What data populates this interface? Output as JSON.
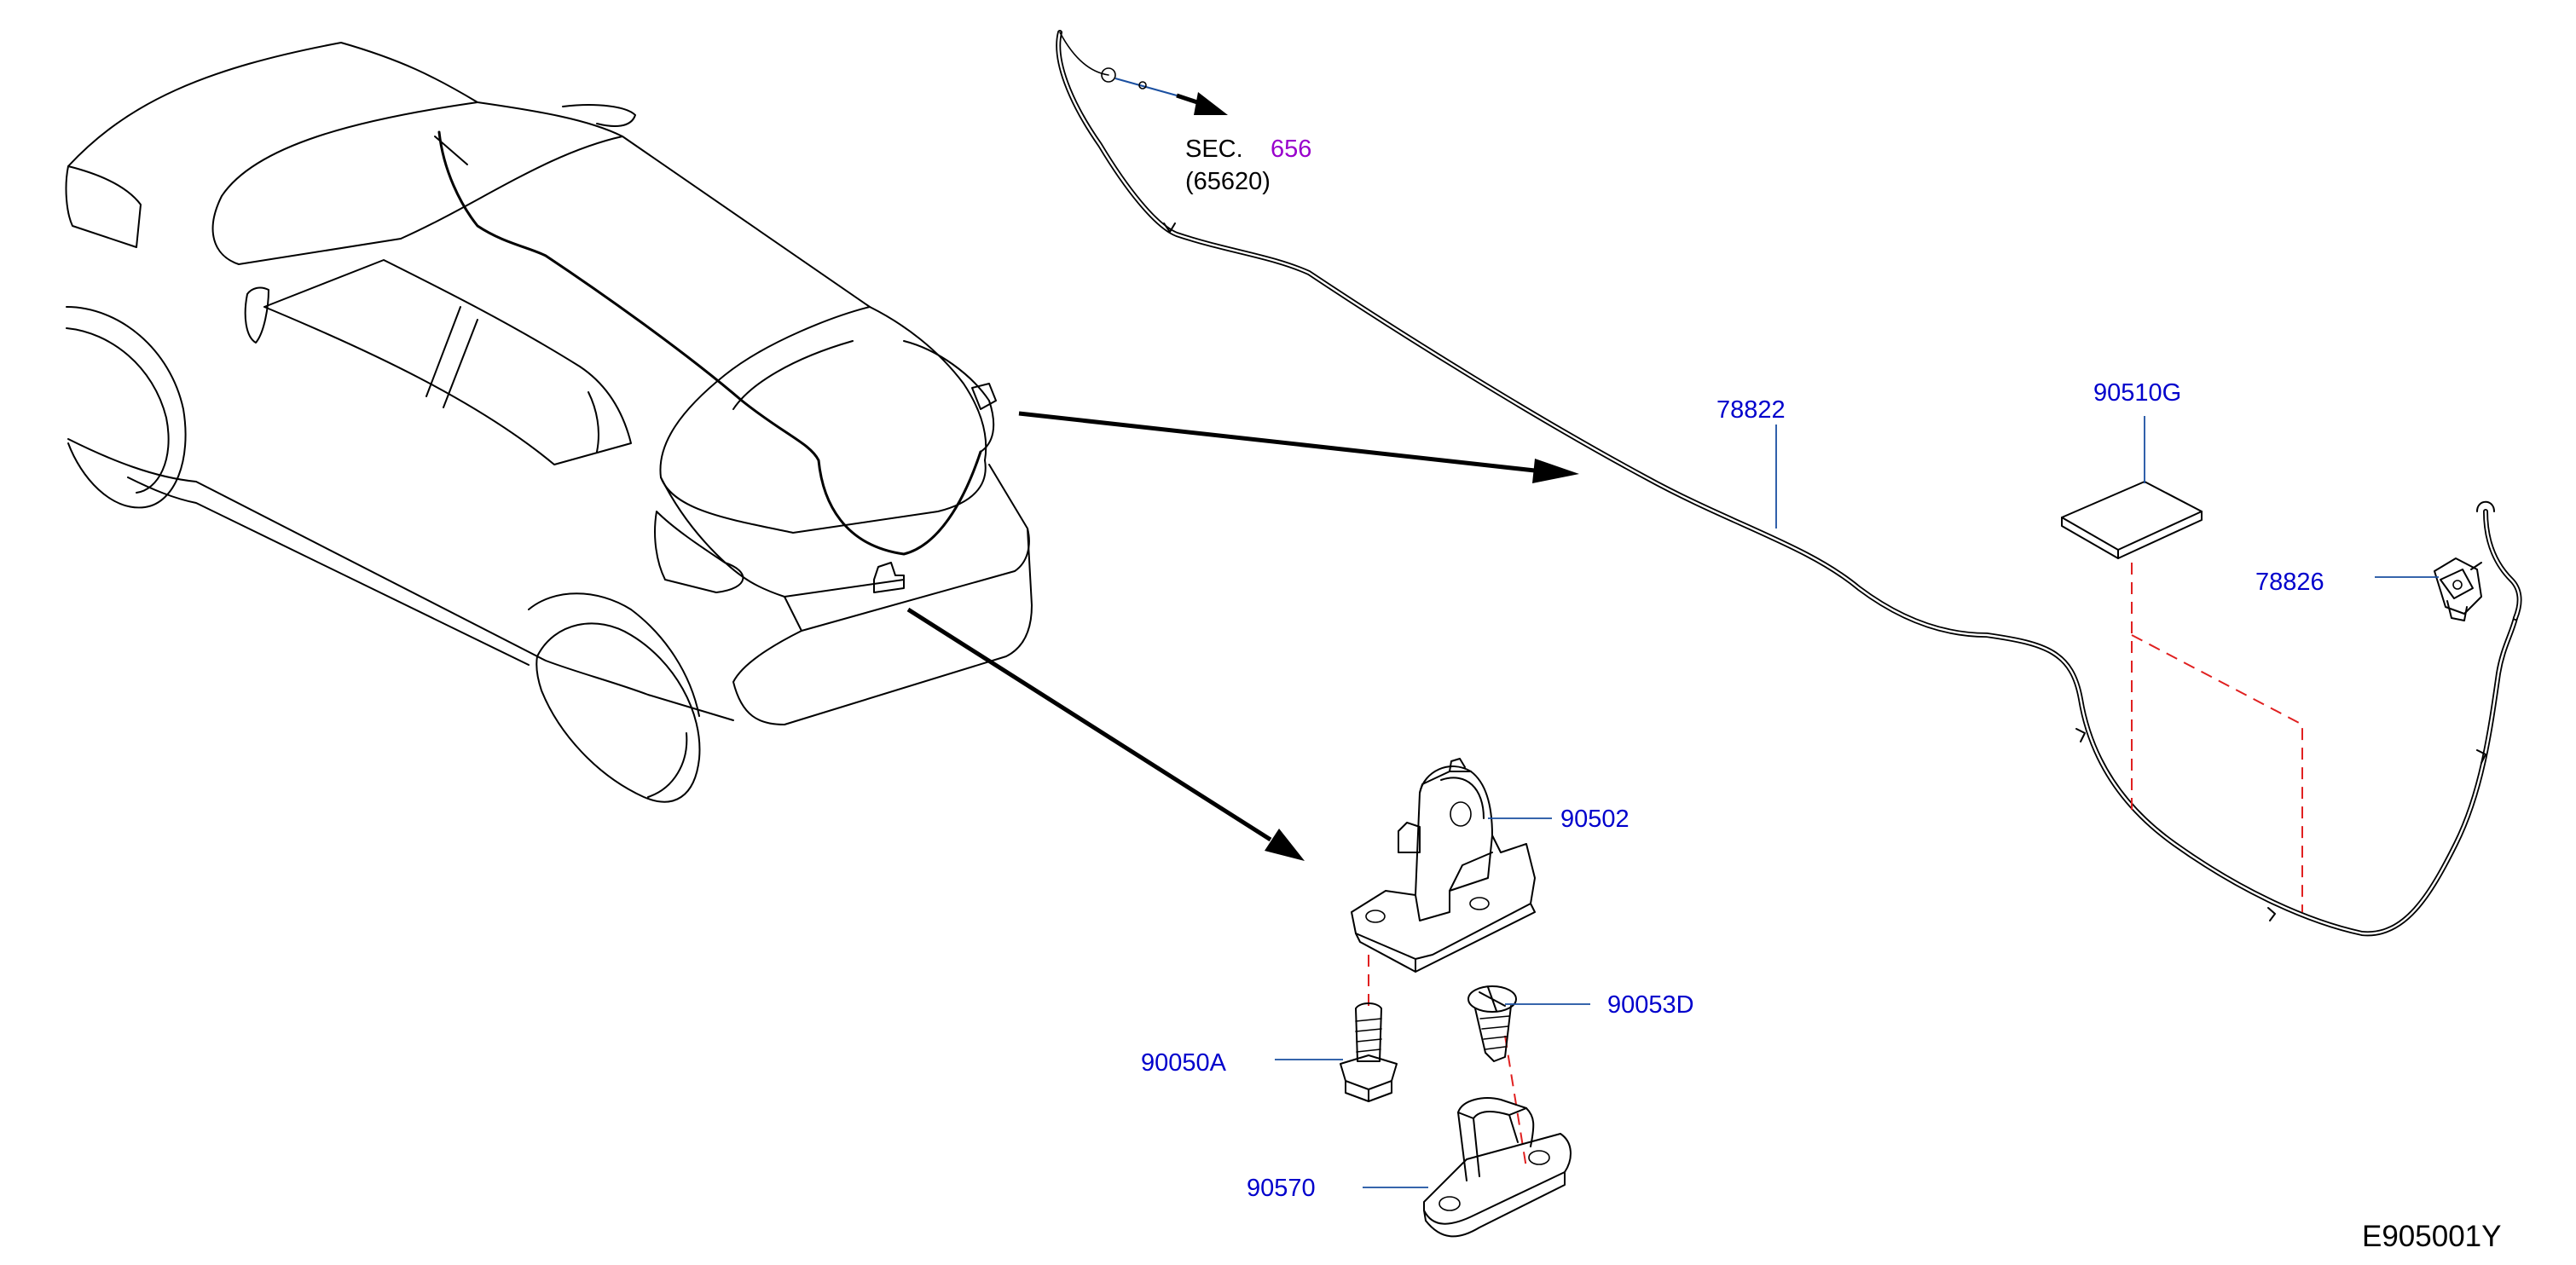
{
  "diagram_code": "E905001Y",
  "section_ref": {
    "prefix": "SEC.",
    "number": "656",
    "sub": "(65620)"
  },
  "parts": [
    {
      "id": "p78822",
      "number": "78822"
    },
    {
      "id": "p90510G",
      "number": "90510G"
    },
    {
      "id": "p78826",
      "number": "78826"
    },
    {
      "id": "p90502",
      "number": "90502"
    },
    {
      "id": "p90053D",
      "number": "90053D"
    },
    {
      "id": "p90050A",
      "number": "90050A"
    },
    {
      "id": "p90570",
      "number": "90570"
    }
  ],
  "colors": {
    "line": "#000000",
    "label": "#0000cc",
    "leader": "#1a4fa0",
    "sec_link": "#9900cc",
    "dashed": "#e02020",
    "background": "#ffffff"
  }
}
